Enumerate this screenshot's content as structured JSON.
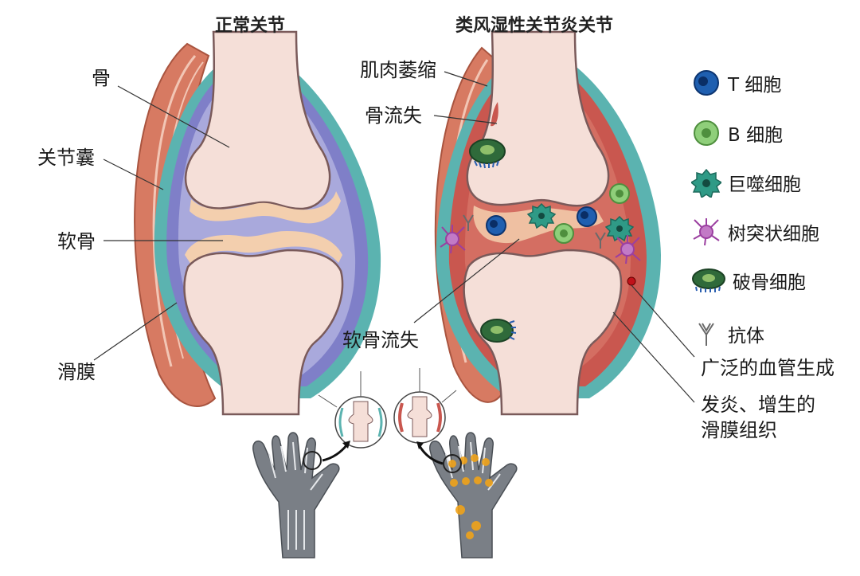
{
  "titles": {
    "normal": "正常关节",
    "ra": "类风湿性关节炎关节"
  },
  "left_labels": {
    "bone": "骨",
    "capsule": "关节囊",
    "cartilage": "软骨",
    "synovium": "滑膜"
  },
  "ra_labels": {
    "muscle_atrophy": "肌肉萎缩",
    "bone_loss": "骨流失",
    "cartilage_loss": "软骨流失",
    "angiogenesis": "广泛的血管生成",
    "inflamed_synovium_line1": "发炎、增生的",
    "inflamed_synovium_line2": "滑膜组织"
  },
  "legend": [
    {
      "label": "T 细胞",
      "icon": "t-cell-icon",
      "color": "#1f5fb0"
    },
    {
      "label": "B 细胞",
      "icon": "b-cell-icon",
      "color": "#8fcf7a"
    },
    {
      "label": "巨噬细胞",
      "icon": "macrophage-icon",
      "color": "#2f9a86"
    },
    {
      "label": "树突状细胞",
      "icon": "dendritic-cell-icon",
      "color": "#9b3fa0"
    },
    {
      "label": "破骨细胞",
      "icon": "osteoclast-icon",
      "color": "#2f6a3a"
    },
    {
      "label": "抗体",
      "icon": "antibody-icon",
      "color": "#888888"
    }
  ],
  "colors": {
    "bone": "#f5dfd8",
    "cartilage": "#f3cfae",
    "synovial_fluid_normal": "#a9a9dc",
    "synovium_normal": "#7f7fc8",
    "capsule": "#5bb3b0",
    "muscle": "#d77a62",
    "inflamed_tissue": "#c9574f"
  }
}
